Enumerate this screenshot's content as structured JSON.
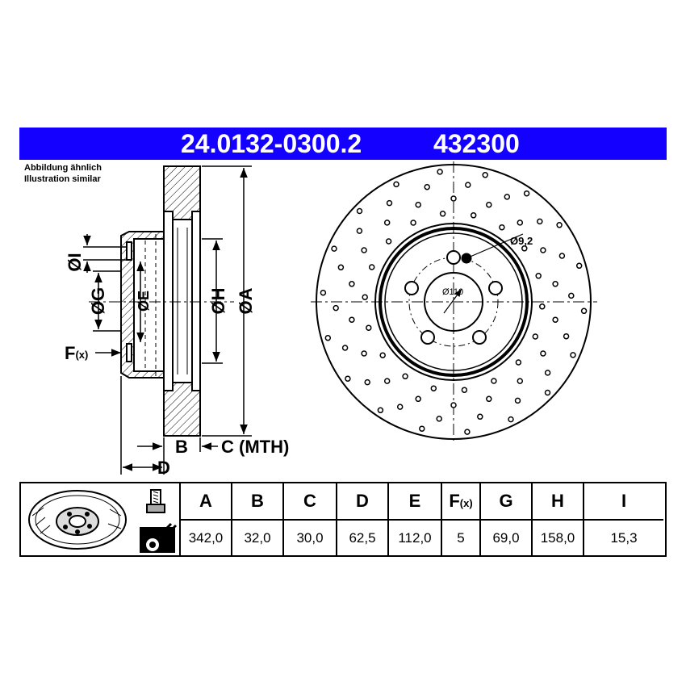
{
  "header": {
    "part_number": "24.0132-0300.2",
    "ref_number": "432300"
  },
  "note": {
    "line1": "Abbildung ähnlich",
    "line2": "Illustration similar"
  },
  "side_view": {
    "labels": {
      "I": "ØI",
      "G": "ØG",
      "E": "ØE",
      "H": "ØH",
      "A": "ØA",
      "F": "F",
      "F_sub": "(x)",
      "B": "B",
      "C": "C (MTH)",
      "D": "D"
    }
  },
  "front_view": {
    "hole_label": "Ø9,2",
    "pcd_label": "Ø110"
  },
  "spec_table": {
    "headers": [
      "A",
      "B",
      "C",
      "D",
      "E",
      "F",
      "G",
      "H",
      "I"
    ],
    "f_sub": "(x)",
    "values": [
      "342,0",
      "32,0",
      "30,0",
      "62,5",
      "112,0",
      "5",
      "69,0",
      "158,0",
      "15,3"
    ]
  },
  "icons": [
    "brake-disc-thumbnail-icon",
    "wheel-bolt-icon",
    "torque-wrench-icon"
  ]
}
